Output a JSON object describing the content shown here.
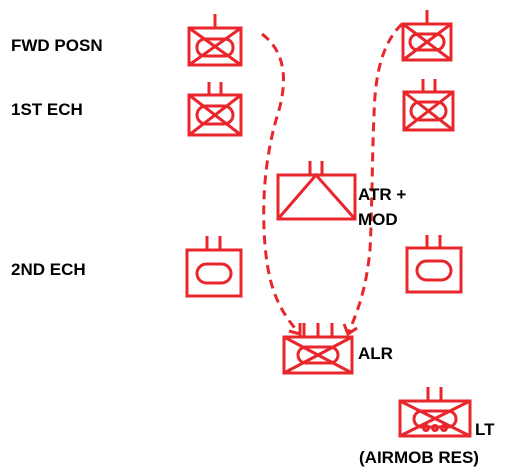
{
  "diagram": {
    "echelons": {
      "fwd_posn": "FWD POSN",
      "first_ech": "1ST ECH",
      "second_ech": "2ND ECH"
    },
    "units": {
      "atr_mod_line1": "ATR +",
      "atr_mod_line2": "MOD",
      "alr": "ALR",
      "lt_line1": "LT",
      "lt_line2": "(AIRMOB RES)"
    },
    "colors": {
      "symbol": "#e8262c",
      "text": "#000000",
      "background": "#ffffff"
    }
  }
}
